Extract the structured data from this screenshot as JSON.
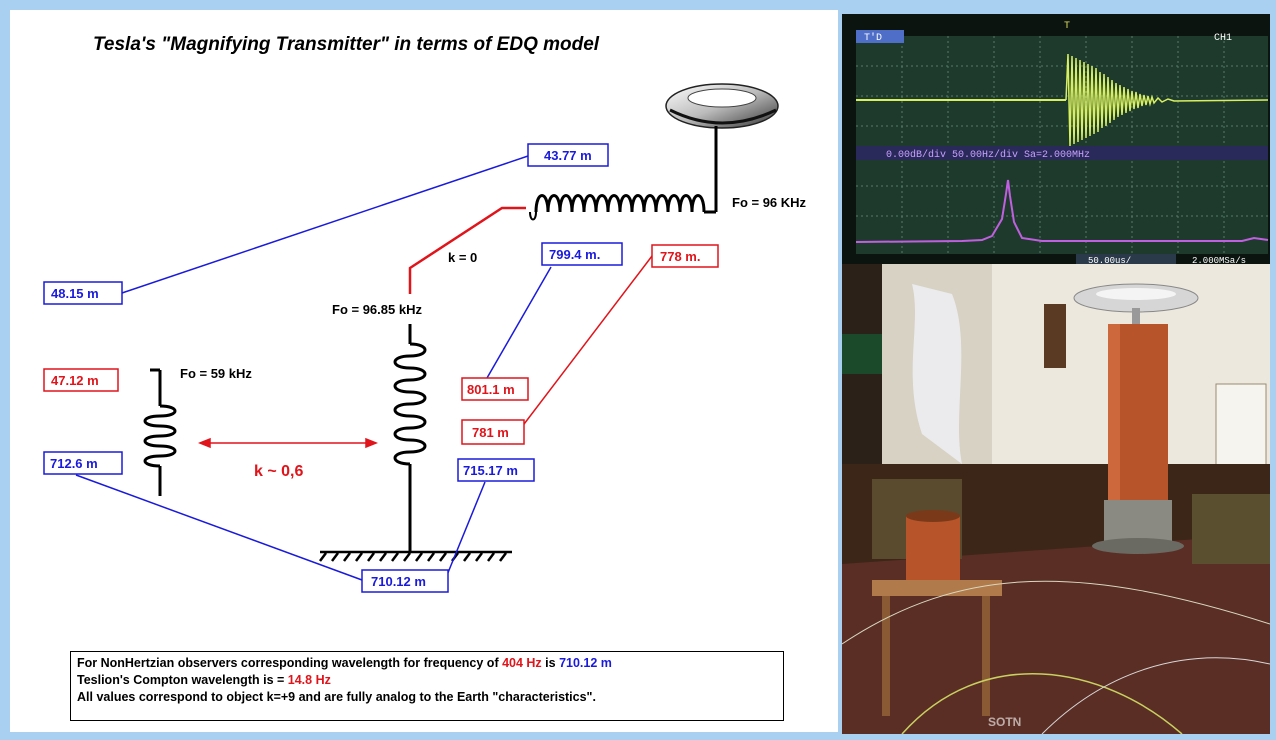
{
  "title": "Tesla's \"Magnifying Transmitter\" in terms of EDQ model",
  "boxes": {
    "b43_77": "43.77 m",
    "b48_15": "48.15 m",
    "b799_4": "799.4 m.",
    "b778": "778 m.",
    "b47_12": "47.12 m",
    "b801_1": "801.1 m",
    "b781": "781 m",
    "b712_6": "712.6 m",
    "b715_17": "715.17 m",
    "b710_12": "710.12 m"
  },
  "labels": {
    "fo_96khz": "Fo = 96 KHz",
    "k0": "k = 0",
    "fo_96_85": "Fo = 96.85 kHz",
    "fo_59": "Fo = 59 kHz",
    "k06": "k ~ 0,6"
  },
  "note": {
    "l1_a": "For NonHertzian observers corresponding wavelength for frequency of ",
    "l1_b": "404 Hz",
    "l1_c": " is ",
    "l1_d": "710.12 m",
    "l2_a": "Teslion's Compton wavelength is = ",
    "l2_b": "14.8 Hz",
    "l3": "All values correspond to object k=+9 and are fully analog to the Earth \"characteristics\"."
  },
  "scope": {
    "top_left": "T'D",
    "trig_marker": "T",
    "ch_label": "CH1",
    "menu_text": "0.00dB/div 50.00Hz/div Sa=2.000MHz",
    "bottom_time": "50.00us/",
    "bottom_rate": "2.000MSa/s"
  },
  "photo": {
    "watermark": "SOTN"
  },
  "colors": {
    "blue": "#1a1adc",
    "red": "#e0141a",
    "frame": "#a9d0f0",
    "scope_trace": "#d8f060",
    "scope_fft": "#c060e0"
  }
}
